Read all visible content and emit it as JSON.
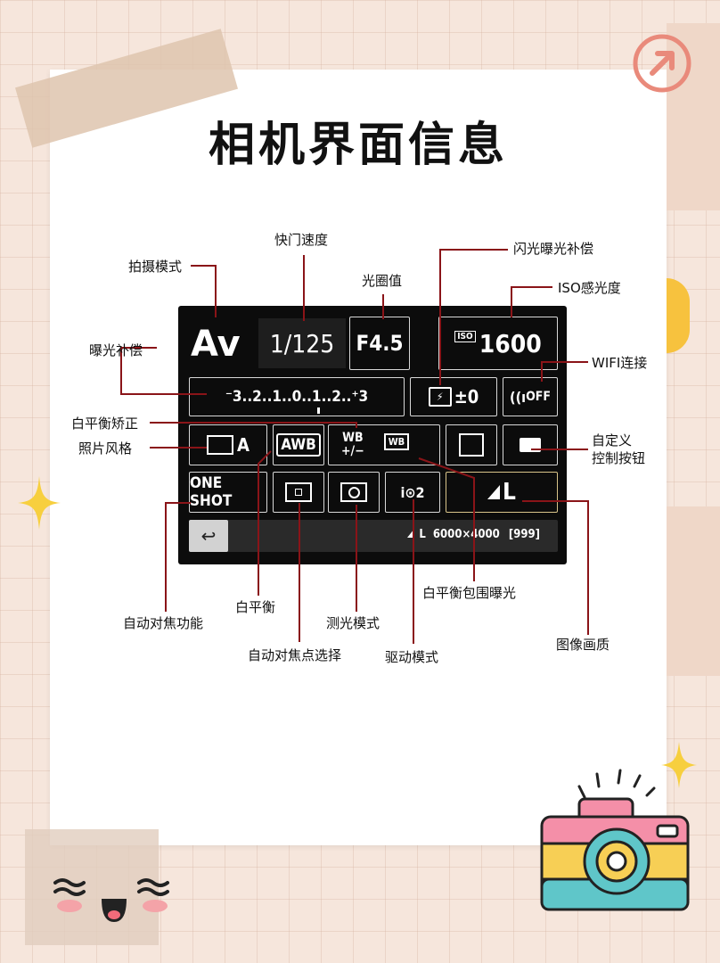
{
  "title": "相机界面信息",
  "screen": {
    "mode": "Av",
    "shutter": "1/125",
    "aperture": "F4.5",
    "iso_tag": "ISO",
    "iso_value": "1600",
    "exposure_scale": "⁻3..2..1..0..1..2..⁺3",
    "flash_comp": "±0",
    "wifi": "OFF",
    "picture_style": "A",
    "wb": "AWB",
    "wb_shift_top": "WB",
    "wb_shift_bottom": "+/−",
    "wb_bracket": "WB",
    "af_mode": "ONE SHOT",
    "drive": "2",
    "quality": "L",
    "status_quality": "L",
    "status_size": "6000×4000",
    "status_shots": "[999]"
  },
  "labels": {
    "shooting_mode": "拍摄模式",
    "shutter_speed": "快门速度",
    "aperture_value": "光圈值",
    "flash_comp": "闪光曝光补偿",
    "iso": "ISO感光度",
    "exposure_comp": "曝光补偿",
    "wifi": "WIFI连接",
    "wb_correction": "白平衡矫正",
    "picture_style": "照片风格",
    "custom_1": "自定义",
    "custom_2": "控制按钮",
    "wb_bracketing": "白平衡包围曝光",
    "af_operation": "自动对焦功能",
    "white_balance": "白平衡",
    "metering": "测光模式",
    "image_quality": "图像画质",
    "af_point": "自动对焦点选择",
    "drive_mode": "驱动模式"
  },
  "colors": {
    "background": "#f6e6dc",
    "leader_line": "#8a1418",
    "screen": "#0c0c0c",
    "highlight_border": "#d9c48a",
    "camera_pink": "#f48fa8",
    "camera_yellow": "#f7cf55",
    "camera_teal": "#5fc6c9"
  }
}
